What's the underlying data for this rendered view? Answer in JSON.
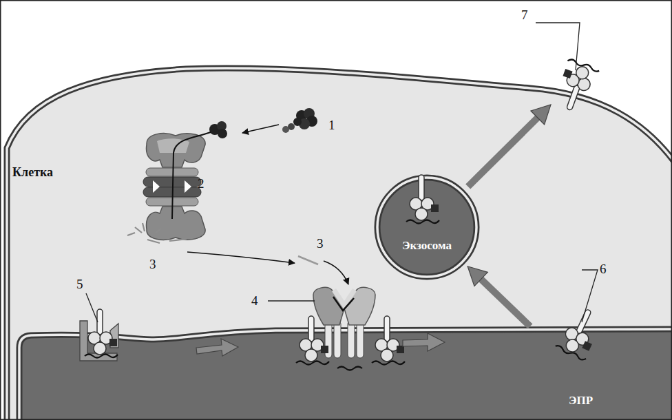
{
  "diagram": {
    "nodes": [
      {
        "text": [
          "Клетка"
        ]
      },
      {
        "text": [
          "Экзосома"
        ],
        "in": 0
      },
      {
        "text": [
          "ЭПР"
        ],
        "in": 0
      }
    ],
    "edges": [
      {
        "from": 2,
        "to": 1,
        "arrow": "to"
      },
      {
        "from": 1,
        "to": 0,
        "arrow": "to"
      }
    ],
    "labels": [
      "1",
      "2",
      "3",
      "3",
      "4",
      "5",
      "6",
      "7"
    ]
  }
}
